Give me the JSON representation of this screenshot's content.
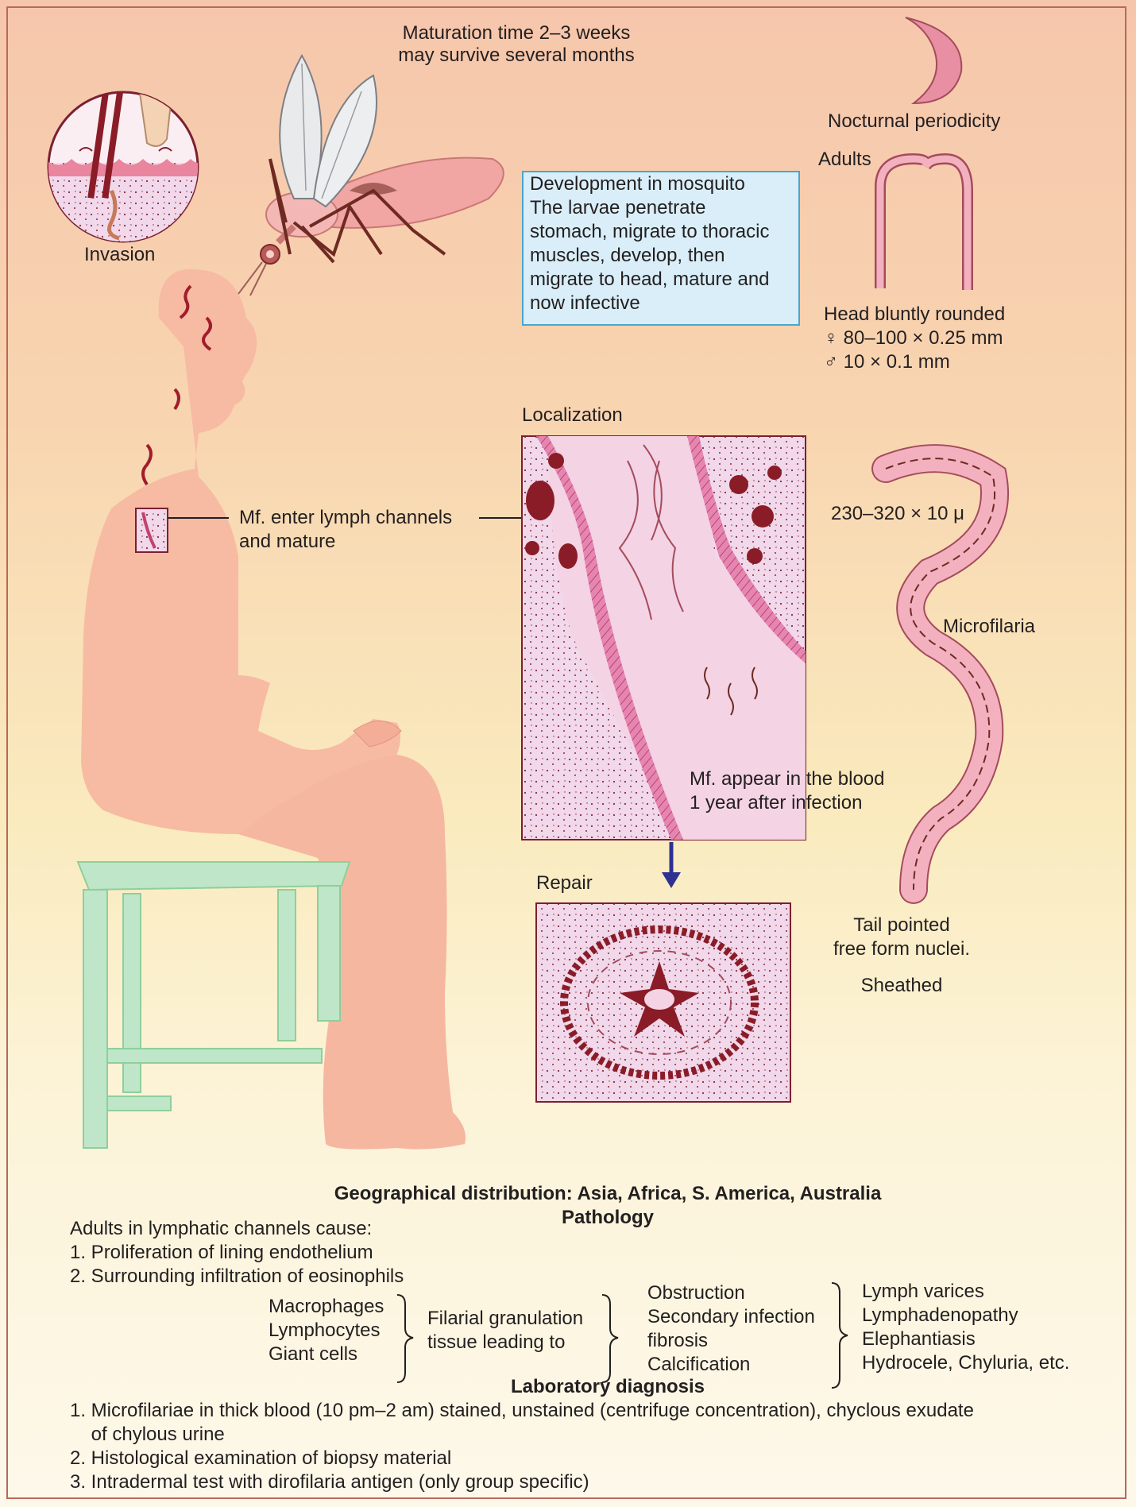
{
  "maturation": [
    "Maturation time 2–3 weeks",
    "may survive several months"
  ],
  "invasion_label": "Invasion",
  "nocturnal_label": "Nocturnal periodicity",
  "adults": {
    "title": "Adults",
    "head": "Head bluntly rounded",
    "female": "♀ 80–100 × 0.25 mm",
    "male": "♂ 10 × 0.1 mm"
  },
  "development": [
    "Development in mosquito",
    "The larvae penetrate",
    "stomach, migrate to thoracic",
    "muscles, develop, then",
    "migrate to head, mature and",
    "now infective"
  ],
  "localization_label": "Localization",
  "lymph_label": [
    "Mf. enter lymph channels",
    "and mature"
  ],
  "blood_label": [
    "Mf. appear in the blood",
    "1 year after infection"
  ],
  "microfilaria": {
    "size": "230–320 × 10 μ",
    "name": "Microfilaria",
    "tail": [
      "Tail pointed",
      "free form nuclei."
    ],
    "sheathed": "Sheathed"
  },
  "repair_label": "Repair",
  "geo": "Geographical distribution: Asia, Africa, S. America, Australia",
  "pathology": {
    "title": "Pathology",
    "intro": "Adults in lymphatic channels cause:",
    "items": [
      "1. Proliferation of lining endothelium",
      "2. Surrounding infiltration of eosinophils"
    ],
    "cells": [
      "Macrophages",
      "Lymphocytes",
      "Giant cells"
    ],
    "granulation": [
      "Filarial granulation",
      "tissue leading to"
    ],
    "effects": [
      "Obstruction",
      "Secondary infection",
      "fibrosis",
      "Calcification"
    ],
    "outcomes": [
      "Lymph varices",
      "Lymphadenopathy",
      "Elephantiasis",
      "Hydrocele, Chyluria, etc."
    ]
  },
  "lab": {
    "title": "Laboratory diagnosis",
    "items": [
      "1. Microfilariae in thick blood (10 pm–2 am) stained, unstained (centrifuge concentration), chyclous exudate",
      "    of chylous urine",
      "2. Histological examination of biopsy material",
      "3. Intradermal test with dirofilaria antigen (only group specific)"
    ]
  }
}
